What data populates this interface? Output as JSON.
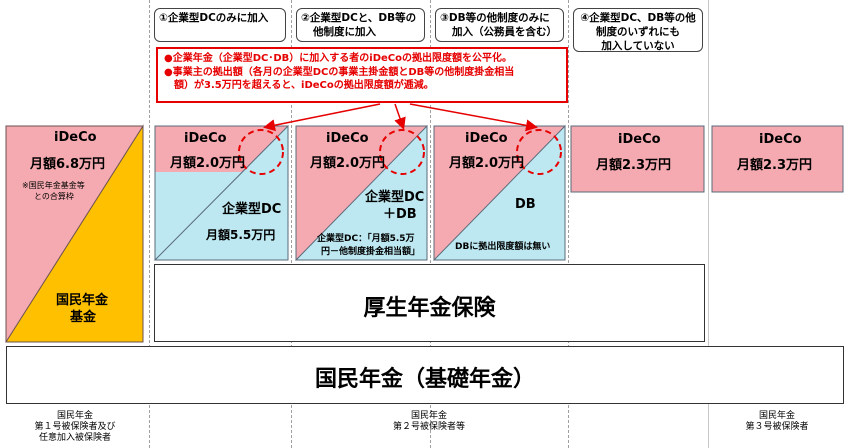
{
  "headers": [
    {
      "line1": "①企業型DCのみに加入",
      "line2": ""
    },
    {
      "line1": "②企業型DCと、DB等の",
      "line2": "他制度に加入"
    },
    {
      "line1": "③DB等の他制度のみに",
      "line2": "加入（公務員を含む）"
    },
    {
      "line1": "④企業型DC、DB等の他",
      "line2": "制度のいずれにも",
      "line3": "加入していない"
    }
  ],
  "note": {
    "line1": "●企業年金（企業型DC･DB）に加入する者のiDeCoの拠出限度額を公平化。",
    "line2": "●事業主の拠出額（各月の企業型DCの事業主掛金額とDB等の他制度掛金相当",
    "line3": "　額）が3.5万円を超えると、iDeCoの拠出限度額が逓減。"
  },
  "first": {
    "ideco": "iDeCo",
    "ideco_amount": "月額6.8万円",
    "ideco_note1": "※国民年金基金等",
    "ideco_note2": "との合算枠",
    "kokumin_fund1": "国民年金",
    "kokumin_fund2": "基金"
  },
  "col1": {
    "ideco": "iDeCo",
    "ideco_amount": "月額2.0万円",
    "dc": "企業型DC",
    "dc_amount": "月額5.5万円"
  },
  "col2": {
    "ideco": "iDeCo",
    "ideco_amount": "月額2.0万円",
    "dc1": "企業型DC",
    "dc2": "＋DB",
    "note1": "企業型DC：「月額5.5万",
    "note2": "円－他制度掛金相当額」"
  },
  "col3": {
    "ideco": "iDeCo",
    "ideco_amount": "月額2.0万円",
    "db": "DB",
    "note": "DBに拠出限度額は無い"
  },
  "col4": {
    "ideco": "iDeCo",
    "ideco_amount": "月額2.3万円"
  },
  "third": {
    "ideco": "iDeCo",
    "ideco_amount": "月額2.3万円"
  },
  "kosei": "厚生年金保険",
  "kokumin": "国民年金（基礎年金）",
  "footers": [
    {
      "line1": "国民年金",
      "line2": "第１号被保険者及び",
      "line3": "任意加入被保険者"
    },
    {
      "line1": "国民年金",
      "line2": "第２号被保険者等"
    },
    {
      "line1": "国民年金",
      "line2": "第３号被保険者"
    }
  ],
  "colors": {
    "pink": "#f4aab0",
    "cyan": "#bde8f1",
    "yellow": "#ffc000",
    "red": "#e60000"
  }
}
